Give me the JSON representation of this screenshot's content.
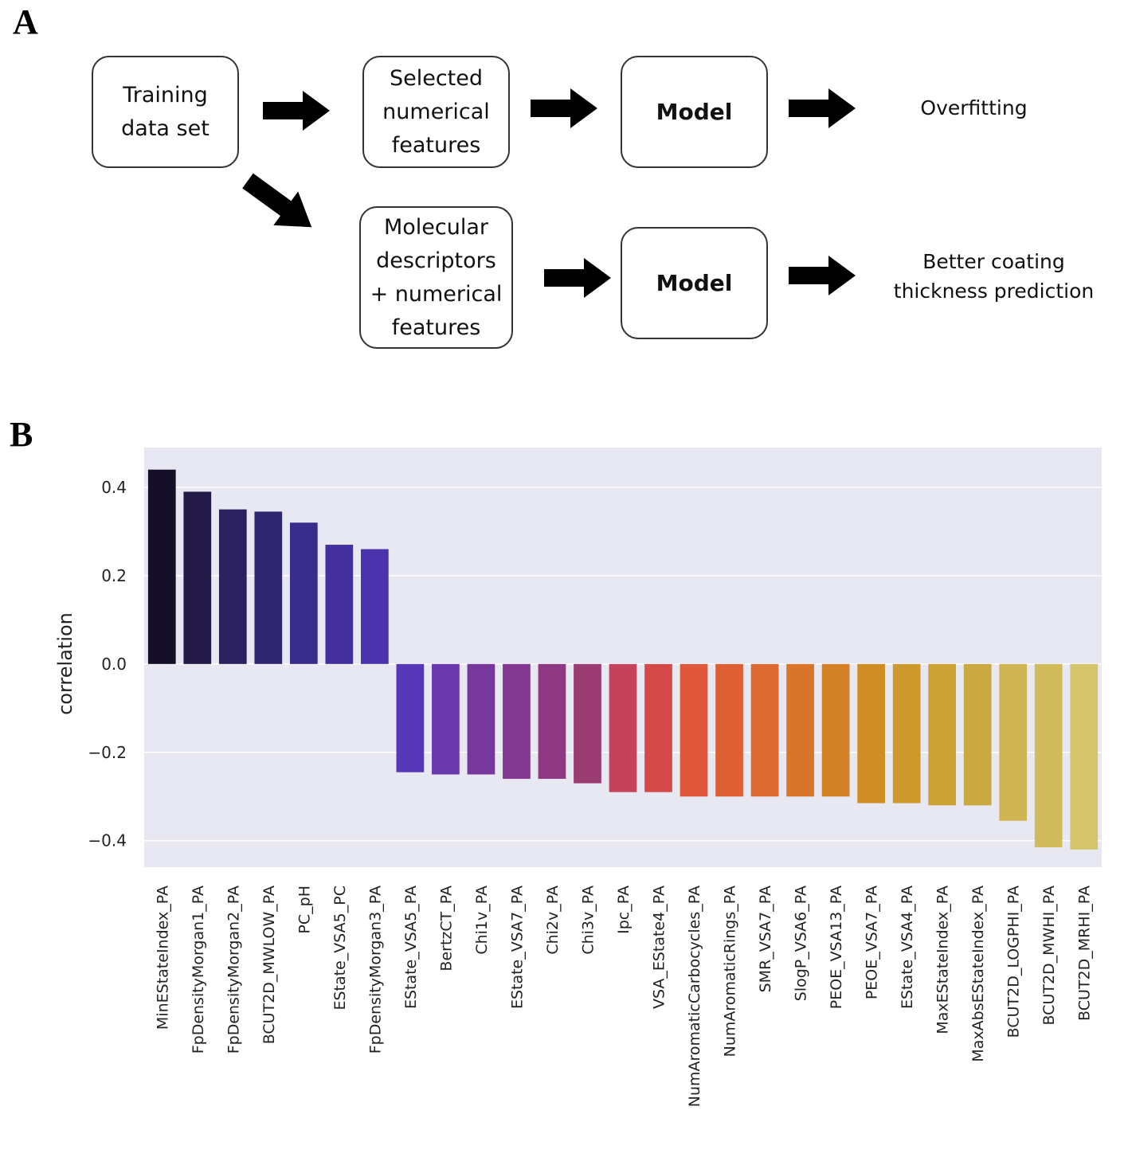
{
  "panels": {
    "a": "A",
    "b": "B"
  },
  "flow": {
    "training": "Training\ndata set",
    "selected": "Selected\nnumerical\nfeatures",
    "model1": "Model",
    "outcome1": "Overfitting",
    "molecular": "Molecular\ndescriptors\n+ numerical\nfeatures",
    "model2": "Model",
    "outcome2": "Better coating\nthickness prediction"
  },
  "chart_data": {
    "type": "bar",
    "title": "",
    "xlabel": "",
    "ylabel": "correlation",
    "ylim": [
      -0.46,
      0.49
    ],
    "yticks": [
      0.4,
      0.2,
      0.0,
      -0.2,
      -0.4
    ],
    "ytick_labels": [
      "0.4",
      "0.2",
      "0.0",
      "−0.2",
      "−0.4"
    ],
    "grid": true,
    "background": "#e8e8f2",
    "categories": [
      "MinEStateIndex_PA",
      "FpDensityMorgan1_PA",
      "FpDensityMorgan2_PA",
      "BCUT2D_MWLOW_PA",
      "PC_pH",
      "EState_VSA5_PC",
      "FpDensityMorgan3_PA",
      "EState_VSA5_PA",
      "BertzCT_PA",
      "Chi1v_PA",
      "EState_VSA7_PA",
      "Chi2v_PA",
      "Chi3v_PA",
      "Ipc_PA",
      "VSA_EState4_PA",
      "NumAromaticCarbocycles_PA",
      "NumAromaticRings_PA",
      "SMR_VSA7_PA",
      "SlogP_VSA6_PA",
      "PEOE_VSA13_PA",
      "PEOE_VSA7_PA",
      "EState_VSA4_PA",
      "MaxEStateIndex_PA",
      "MaxAbsEStateIndex_PA",
      "BCUT2D_LOGPHI_PA",
      "BCUT2D_MWHI_PA",
      "BCUT2D_MRHI_PA"
    ],
    "values": [
      0.44,
      0.39,
      0.35,
      0.345,
      0.32,
      0.27,
      0.26,
      -0.245,
      -0.25,
      -0.25,
      -0.26,
      -0.26,
      -0.27,
      -0.29,
      -0.29,
      -0.3,
      -0.3,
      -0.3,
      -0.3,
      -0.3,
      -0.315,
      -0.315,
      -0.32,
      -0.32,
      -0.355,
      -0.415,
      -0.42
    ],
    "colors": [
      "#160f2a",
      "#241a47",
      "#2b2160",
      "#302670",
      "#3a2c8c",
      "#432f9e",
      "#4a33ad",
      "#5637b7",
      "#6a37ad",
      "#77379c",
      "#823890",
      "#8e3981",
      "#9a3b72",
      "#c5425c",
      "#d44a4a",
      "#e0573b",
      "#df5f34",
      "#dd6a31",
      "#d9752b",
      "#d38126",
      "#cf8d25",
      "#cd992d",
      "#cca235",
      "#cba941",
      "#ceb452",
      "#d1bc5c",
      "#d4c46a"
    ]
  }
}
